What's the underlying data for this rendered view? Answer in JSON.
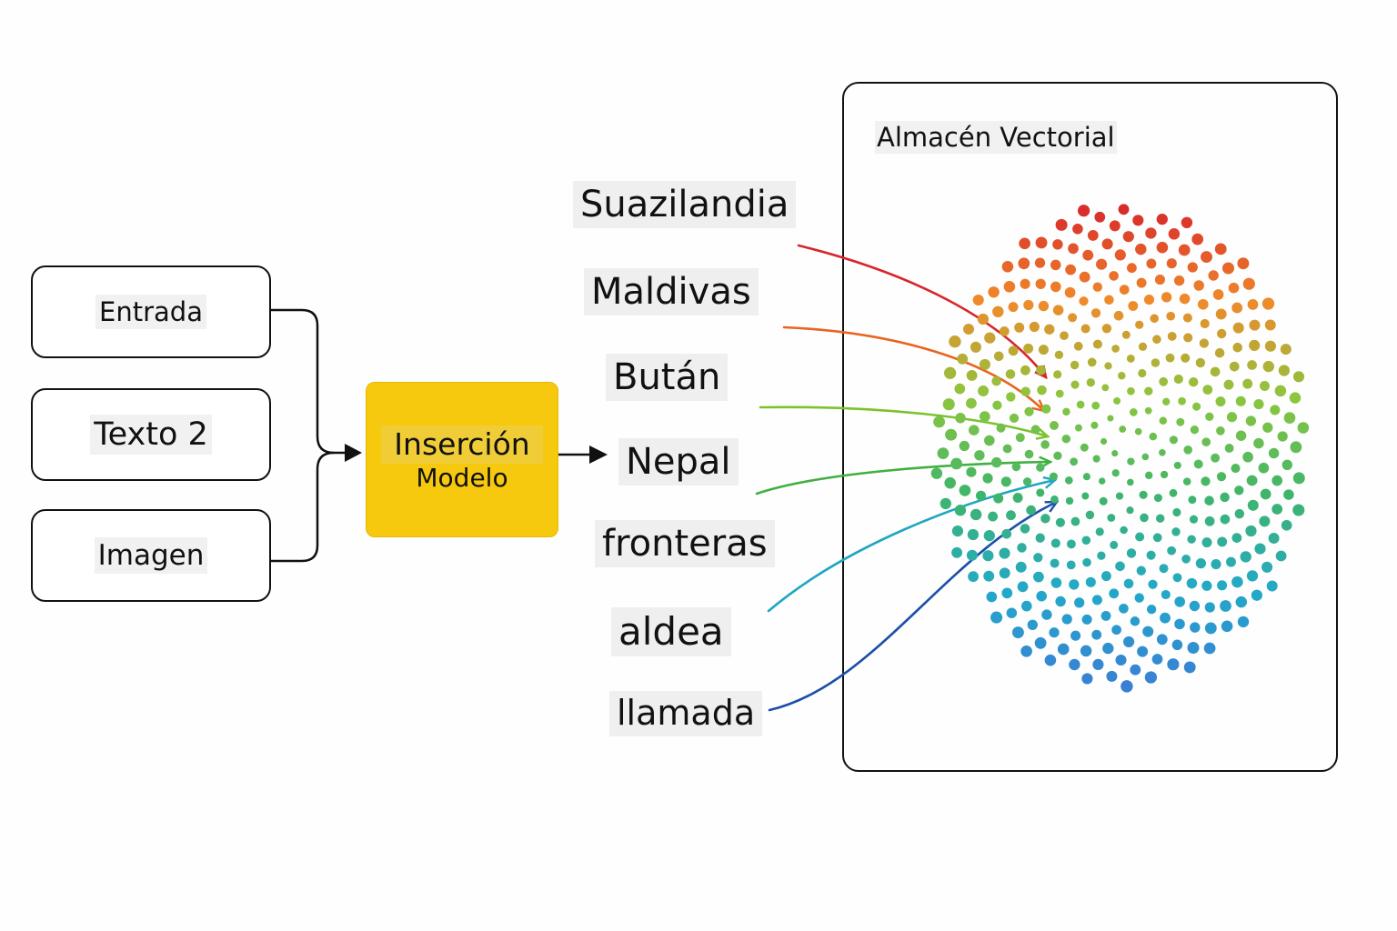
{
  "inputs": [
    "Entrada",
    "Texto 2",
    "Imagen"
  ],
  "model": {
    "line1": "Inserción",
    "line2": "Modelo",
    "color": "#f6c90e"
  },
  "words": [
    {
      "text": "Suazilandia",
      "color": "#d7262b"
    },
    {
      "text": "Maldivas",
      "color": "#e8641f"
    },
    {
      "text": "Bután",
      "color": "#7cc22c"
    },
    {
      "text": "Nepal",
      "color": "#40b040"
    },
    {
      "text": "fronteras",
      "color": ""
    },
    {
      "text": "aldea",
      "color": "#1fa6c2"
    },
    {
      "text": "llamada",
      "color": "#1d4fa8"
    }
  ],
  "vector_store": {
    "title": "Almacén Vectorial",
    "gradient": [
      "#d7262b",
      "#f08a2a",
      "#8cc63f",
      "#3fb56a",
      "#22a9c9",
      "#3a7fd5"
    ]
  }
}
